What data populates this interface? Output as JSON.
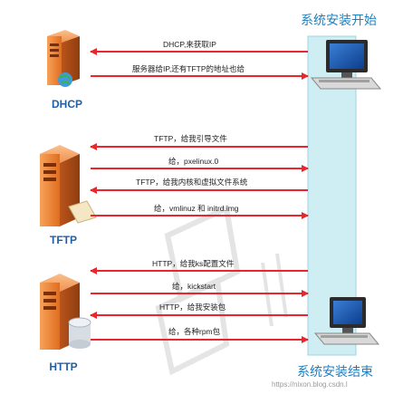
{
  "headers": {
    "start": "系统安装开始",
    "end": "系统安装结束"
  },
  "servers": {
    "dhcp": "DHCP",
    "tftp": "TFTP",
    "http": "HTTP"
  },
  "messages": [
    {
      "id": "m1",
      "text": "DHCP,来获取IP",
      "direction": "to-server"
    },
    {
      "id": "m2",
      "text": "服务器给IP,还有TFTP的地址也给",
      "direction": "to-client"
    },
    {
      "id": "m3",
      "text": "TFTP，给我引导文件",
      "direction": "to-server"
    },
    {
      "id": "m4",
      "text": "给，pxelinux.0",
      "direction": "to-client"
    },
    {
      "id": "m5",
      "text": "TFTP，给我内核和虚拟文件系统",
      "direction": "to-server"
    },
    {
      "id": "m6",
      "text": "给，vmlinuz 和 initrd.img",
      "direction": "to-client"
    },
    {
      "id": "m7",
      "text": "HTTP，给我ks配置文件",
      "direction": "to-server"
    },
    {
      "id": "m8",
      "text": "给，kickstart",
      "direction": "to-client"
    },
    {
      "id": "m9",
      "text": "HTTP，给我安装包",
      "direction": "to-server"
    },
    {
      "id": "m10",
      "text": "给，各种rpm包",
      "direction": "to-client"
    }
  ],
  "watermark": "https://nixon.blog.csdn.l",
  "colors": {
    "arrow": "#e8262b",
    "band": "#cfeef4",
    "band_edge": "#9fd3e0",
    "header": "#1f7fc0",
    "server_label": "#1f5fa8"
  }
}
